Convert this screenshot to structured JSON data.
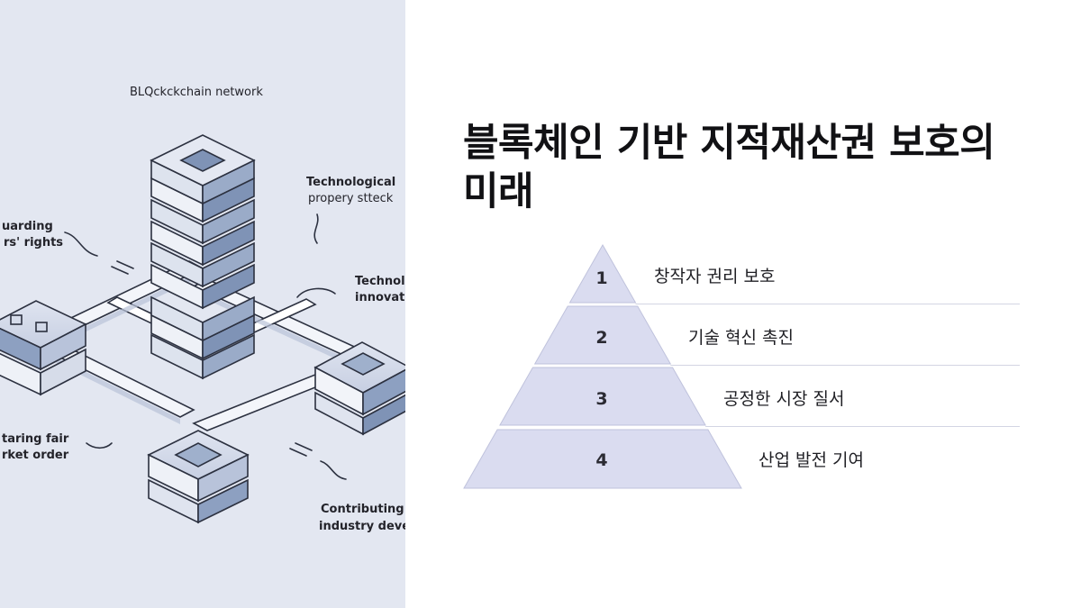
{
  "illustration": {
    "header": "BLQckckchain network",
    "labels": {
      "tech_property_l1": "Technological",
      "tech_property_l2": "propery stteck",
      "safeguarding_l1": "uarding",
      "safeguarding_l2": "rs' rights",
      "tech_innovation_l1": "Technolo",
      "tech_innovation_l2": "innovati",
      "fair_market_l1": "taring fair",
      "fair_market_l2": "rket order",
      "industry_l1": "Contributing t",
      "industry_l2": "industry devel"
    },
    "colors": {
      "background": "#e3e7f1",
      "block_light": "#c9d1e3",
      "block_dark": "#7f93b6",
      "outline": "#2c3140"
    }
  },
  "slide": {
    "title": "블록체인 기반 지적재산권 보호의 미래"
  },
  "pyramid": {
    "fill_color": "#dadcf0",
    "levels": [
      {
        "number": "1",
        "label": "창작자 권리 보호"
      },
      {
        "number": "2",
        "label": "기술 혁신 촉진"
      },
      {
        "number": "3",
        "label": "공정한 시장 질서"
      },
      {
        "number": "4",
        "label": "산업 발전 기여"
      }
    ]
  }
}
